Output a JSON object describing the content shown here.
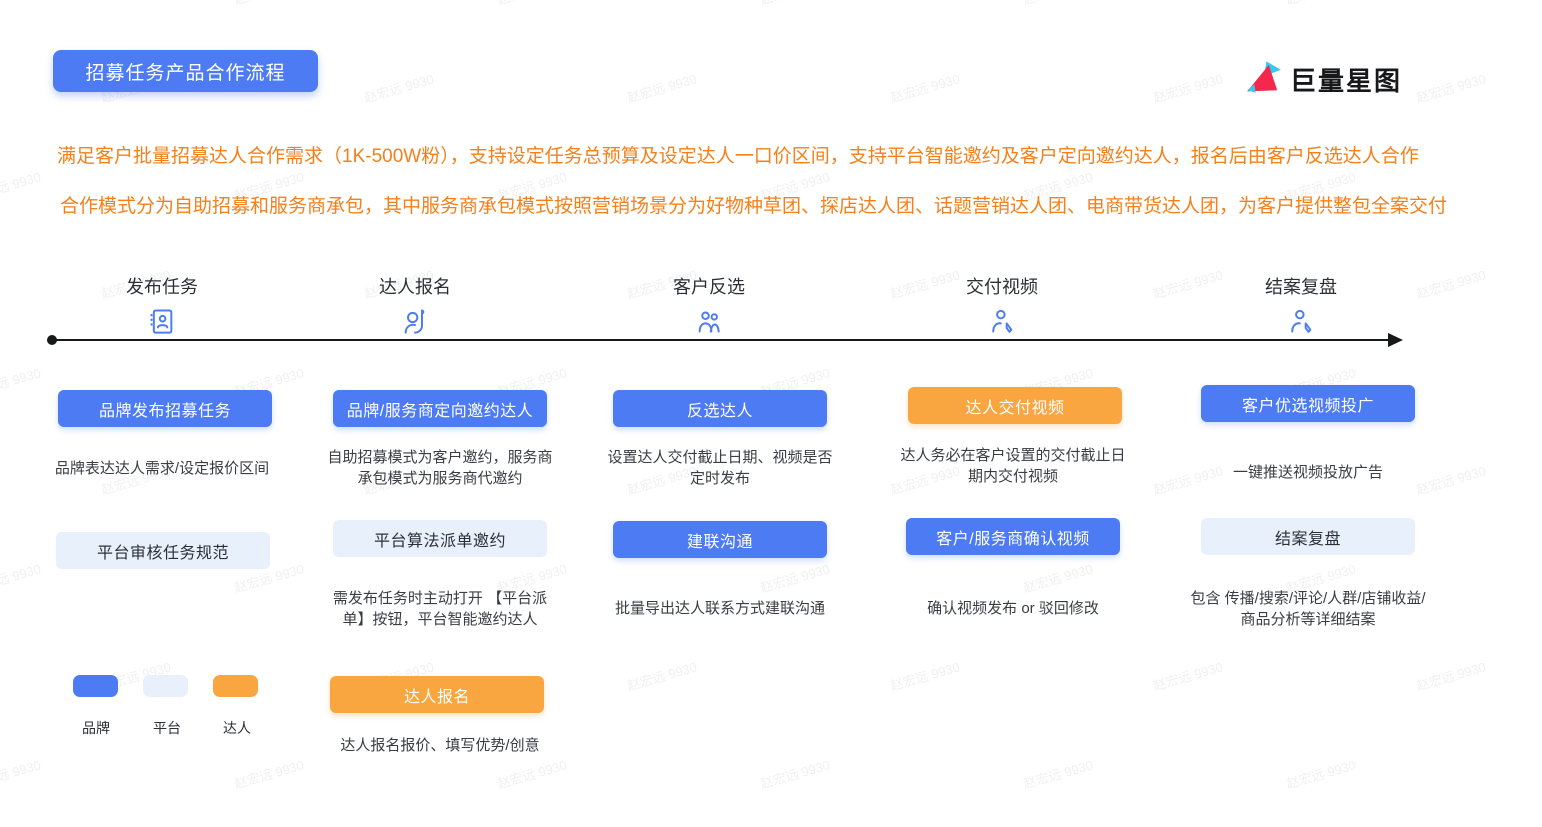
{
  "badge": {
    "title": "招募任务产品合作流程"
  },
  "logo": {
    "name": "巨量星图"
  },
  "intro": {
    "line1": "满足客户批量招募达人合作需求（1K-500W粉），支持设定任务总预算及设定达人一口价区间，支持平台智能邀约及客户定向邀约达人，报名后由客户反选达人合作",
    "line2": "合作模式分为自助招募和服务商承包，其中服务商承包模式按照营销场景分为好物种草团、探店达人团、话题营销达人团、电商带货达人团，为客户提供整包全案交付"
  },
  "timeline": {
    "stages": [
      {
        "label": "发布任务",
        "icon": "id-card-icon"
      },
      {
        "label": "达人报名",
        "icon": "hand-raise-icon"
      },
      {
        "label": "客户反选",
        "icon": "two-people-icon"
      },
      {
        "label": "交付视频",
        "icon": "person-edit-icon"
      },
      {
        "label": "结案复盘",
        "icon": "person-edit-icon"
      }
    ]
  },
  "columns": [
    {
      "name": "publish-task",
      "blocks": [
        {
          "style": "brand",
          "label": "品牌发布招募任务"
        },
        {
          "style": "text",
          "label": "品牌表达达人需求/设定报价区间"
        },
        {
          "style": "platform",
          "label": "平台审核任务规范"
        }
      ]
    },
    {
      "name": "creator-signup",
      "blocks": [
        {
          "style": "brand",
          "label": "品牌/服务商定向邀约达人"
        },
        {
          "style": "text",
          "label": "自助招募模式为客户邀约，服务商承包模式为服务商代邀约"
        },
        {
          "style": "platform",
          "label": "平台算法派单邀约"
        },
        {
          "style": "text",
          "label": "需发布任务时主动打开 【平台派单】按钮，平台智能邀约达人"
        },
        {
          "style": "creator",
          "label": "达人报名"
        },
        {
          "style": "text",
          "label": "达人报名报价、填写优势/创意"
        }
      ]
    },
    {
      "name": "client-reselect",
      "blocks": [
        {
          "style": "brand",
          "label": "反选达人"
        },
        {
          "style": "text",
          "label": "设置达人交付截止日期、视频是否定时发布"
        },
        {
          "style": "brand",
          "label": "建联沟通"
        },
        {
          "style": "text",
          "label": "批量导出达人联系方式建联沟通"
        }
      ]
    },
    {
      "name": "deliver-video",
      "blocks": [
        {
          "style": "creator",
          "label": "达人交付视频"
        },
        {
          "style": "text",
          "label": "达人务必在客户设置的交付截止日期内交付视频"
        },
        {
          "style": "brand",
          "label": "客户/服务商确认视频"
        },
        {
          "style": "text",
          "label": "确认视频发布 or 驳回修改"
        }
      ]
    },
    {
      "name": "wrap-up",
      "blocks": [
        {
          "style": "brand",
          "label": "客户优选视频投广"
        },
        {
          "style": "text",
          "label": "一键推送视频投放广告"
        },
        {
          "style": "platform",
          "label": "结案复盘"
        },
        {
          "style": "text",
          "label": "包含 传播/搜索/评论/人群/店铺收益/商品分析等详细结案"
        }
      ]
    }
  ],
  "legend": {
    "items": [
      {
        "label": "品牌",
        "color": "#4d7bf3"
      },
      {
        "label": "平台",
        "color": "#e8f0fc"
      },
      {
        "label": "达人",
        "color": "#f9a640"
      }
    ]
  },
  "colors": {
    "brand_blue": "#4d7bf3",
    "platform_light": "#e8f0fc",
    "creator_orange": "#f9a640",
    "intro_orange": "#f5801a",
    "timeline_black": "#17181a",
    "logo_red": "#f5274d",
    "logo_cyan": "#35c8f0"
  },
  "watermark": {
    "text": "赵宏远 9930"
  }
}
